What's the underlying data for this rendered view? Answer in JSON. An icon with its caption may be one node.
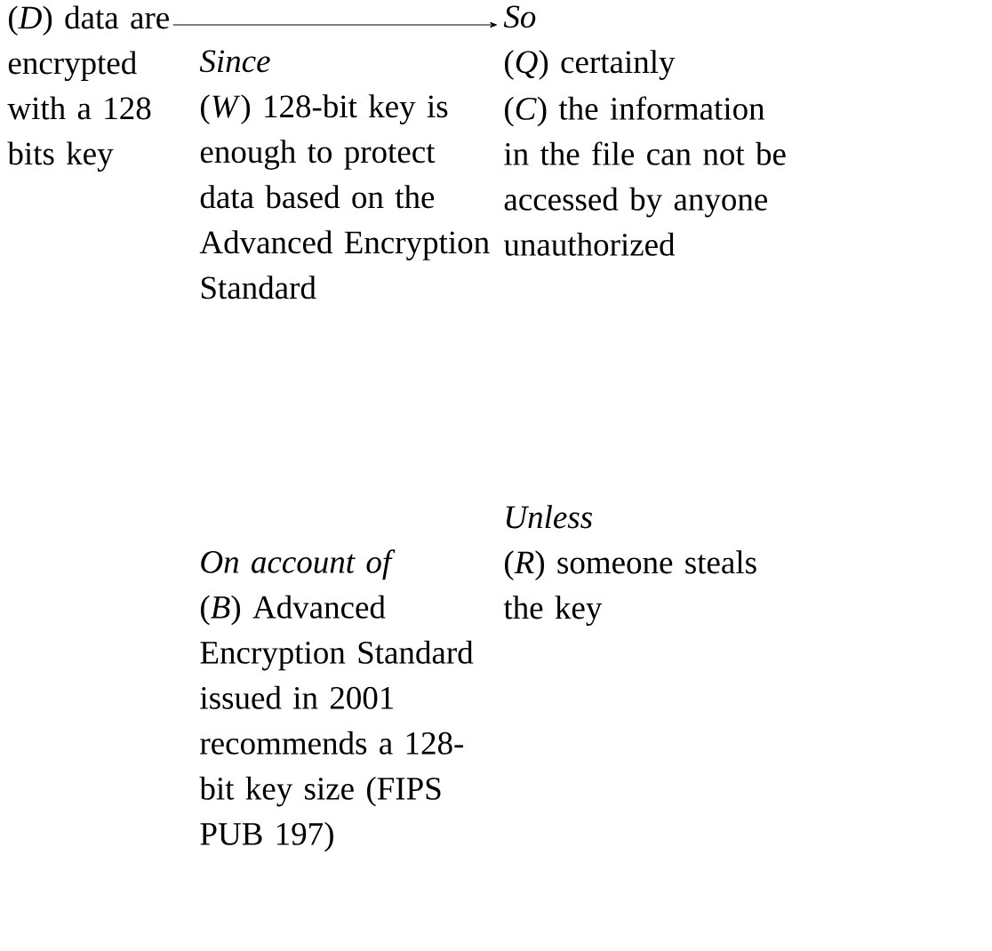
{
  "diagram": {
    "nodes": [
      {
        "text": [
          "(*D*) data are encrypted with a 128 bits key"
        ]
      },
      {
        "text": [
          "Since",
          "(*W*) 128-bit key is enough to protect data based on the Advanced Encryption Standard"
        ]
      },
      {
        "text": [
          "So",
          "(*Q*) certainly"
        ]
      },
      {
        "text": [
          "(*C*) the information in the file can not be accessed by anyone unauthorized"
        ]
      },
      {
        "text": [
          "Unless",
          "(*R*) someone steals the key"
        ]
      },
      {
        "text": [
          "On account of",
          "(*B*) Advanced Encryption Standard issued in 2001 recommends a 128-bit key size (FIPS PUB 197)"
        ]
      }
    ],
    "edges": [
      {
        "from": 0,
        "to": 2,
        "arrow": "to"
      }
    ]
  }
}
